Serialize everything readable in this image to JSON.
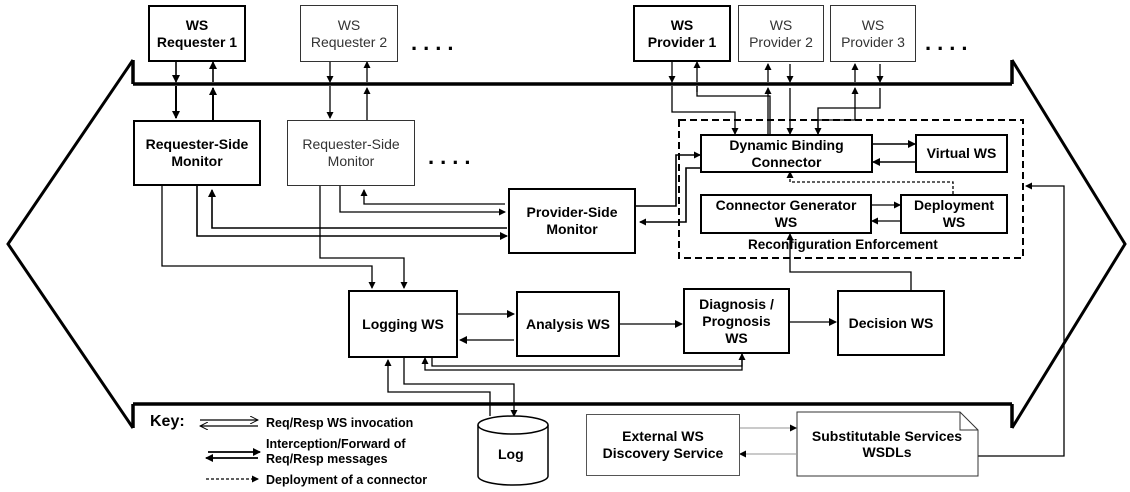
{
  "requesters": [
    {
      "label": "WS\nRequester 1",
      "emphasis": true
    },
    {
      "label": "WS\nRequester 2",
      "emphasis": false
    }
  ],
  "providers": [
    {
      "label": "WS\nProvider 1",
      "emphasis": true
    },
    {
      "label": "WS\nProvider 2",
      "emphasis": false
    },
    {
      "label": "WS\nProvider 3",
      "emphasis": false
    }
  ],
  "ellipsis": "....",
  "monitors": {
    "requester_side_1": "Requester-Side\nMonitor",
    "requester_side_2": "Requester-Side\nMonitor",
    "provider_side": "Provider-Side\nMonitor"
  },
  "reconfiguration": {
    "title": "Reconfiguration Enforcement",
    "dynamic_binding": "Dynamic Binding\nConnector",
    "virtual_ws": "Virtual WS",
    "connector_generator": "Connector Generator\nWS",
    "deployment": "Deployment\nWS"
  },
  "pipeline": {
    "logging": "Logging WS",
    "analysis": "Analysis WS",
    "diagnosis": "Diagnosis /\nPrognosis\nWS",
    "decision": "Decision WS"
  },
  "log_store": "Log",
  "external": {
    "discovery": "External WS\nDiscovery Service",
    "wsdls": "Substitutable Services\nWSDLs"
  },
  "key": {
    "title": "Key:",
    "req_resp": "Req/Resp WS invocation",
    "interception": "Interception/Forward of\nReq/Resp messages",
    "deployment": "Deployment of a connector"
  }
}
